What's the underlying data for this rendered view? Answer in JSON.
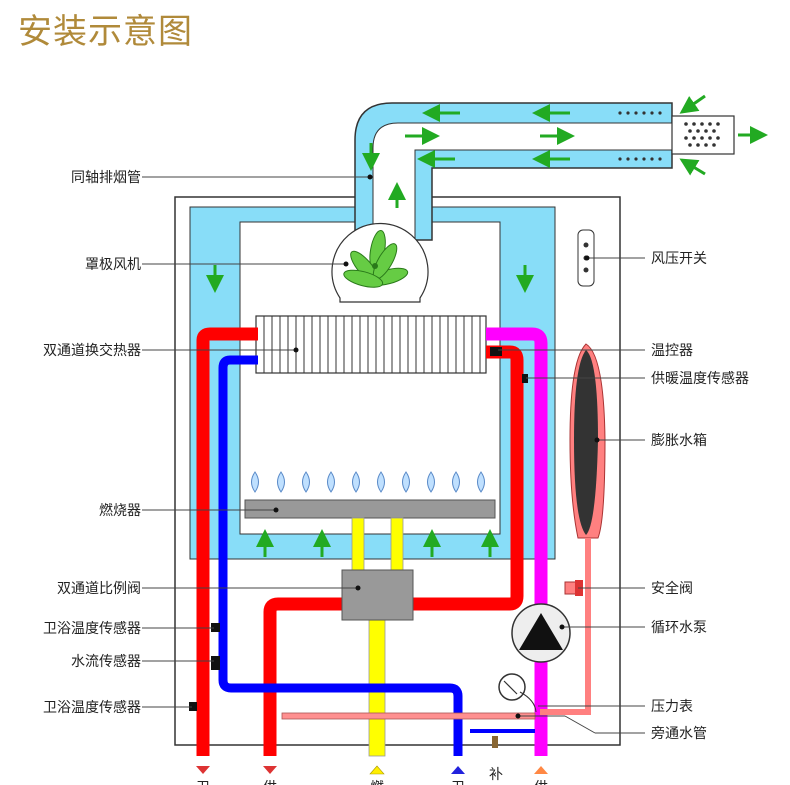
{
  "title": "安装示意图",
  "labels": {
    "coaxial_flue": "同轴排烟管",
    "fan": "罩极风机",
    "heat_exchanger": "双通道换交热器",
    "burner": "燃烧器",
    "proportional_valve": "双通道比例阀",
    "dhw_temp_sensor_1": "卫浴温度传感器",
    "water_flow_sensor": "水流传感器",
    "dhw_temp_sensor_2": "卫浴温度传感器",
    "air_pressure_switch": "风压开关",
    "thermostat": "温控器",
    "heating_temp_sensor": "供暖温度传感器",
    "expansion_tank": "膨胀水箱",
    "safety_valve": "安全阀",
    "circulation_pump": "循环水泵",
    "pressure_gauge": "压力表",
    "bypass_pipe": "旁通水管"
  },
  "bottom_labels": {
    "p1": "卫",
    "p2": "供",
    "p3": "燃",
    "p4": "卫",
    "p5": "补",
    "p6": "供"
  },
  "colors": {
    "title": "#b08a3a",
    "hot_water": "#ff0000",
    "cold_water": "#0000ff",
    "gas": "#ffff00",
    "heating_return": "#ff00ff",
    "air_duct": "#88ddf8",
    "airflow_arrow": "#33aa33"
  }
}
